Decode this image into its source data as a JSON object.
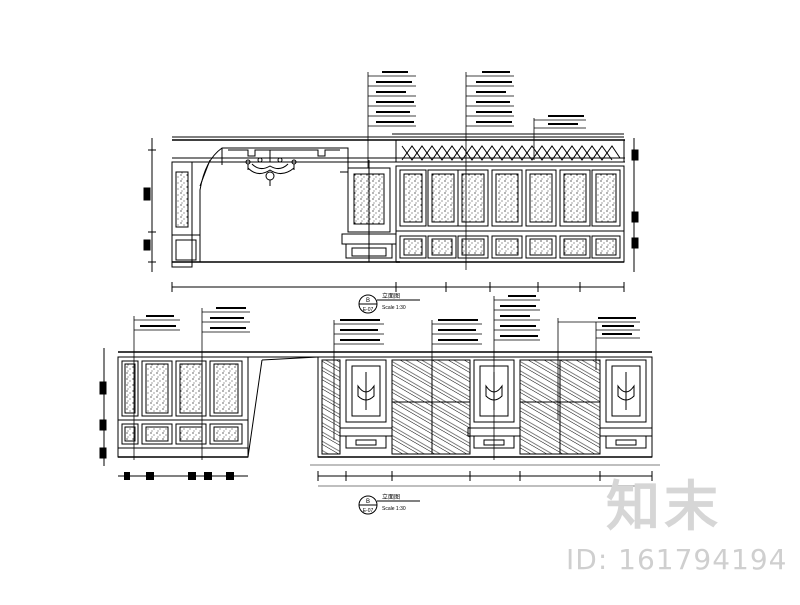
{
  "drawing": {
    "upper_elevation": {
      "title": "立面图",
      "scale": "Scale 1:30",
      "marker_top": "B",
      "marker_bottom": "E-07"
    },
    "lower_elevation": {
      "title": "立面图",
      "scale": "Scale 1:30",
      "marker_top": "B",
      "marker_bottom": "E-07"
    }
  },
  "watermark": {
    "logo": "知末",
    "id_text": "ID: 161794194"
  }
}
